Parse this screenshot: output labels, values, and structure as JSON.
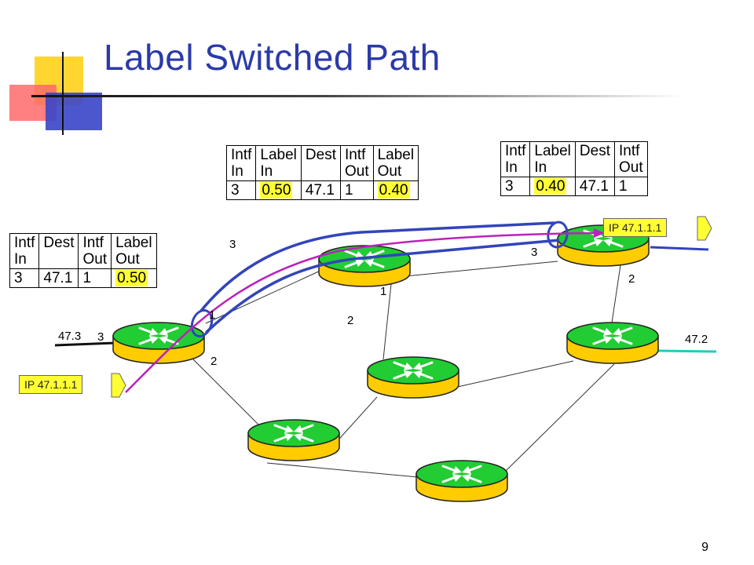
{
  "slide": {
    "title": "Label Switched Path",
    "page_number": "9"
  },
  "tables": {
    "left": {
      "headers": [
        "Intf\nIn",
        "Dest",
        "Intf\nOut",
        "Label\nOut"
      ],
      "row": [
        "3",
        "47.1",
        "1",
        "0.50"
      ],
      "highlight": [
        3
      ]
    },
    "middle": {
      "headers": [
        "Intf\nIn",
        "Label\nIn",
        "Dest",
        "Intf\nOut",
        "Label\nOut"
      ],
      "row": [
        "3",
        "0.50",
        "47.1",
        "1",
        "0.40"
      ],
      "highlight": [
        1,
        4
      ]
    },
    "right": {
      "headers": [
        "Intf\nIn",
        "Label\nIn",
        "Dest",
        "Intf\nOut"
      ],
      "row": [
        "3",
        "0.40",
        "47.1",
        "1"
      ],
      "highlight": [
        1
      ]
    }
  },
  "interface_labels": {
    "r1_in": "3",
    "r1_out": "1",
    "r1_down": "2",
    "r2_in": "3",
    "r2_out": "1",
    "r2_down": "2",
    "r3_in": "3",
    "r3_down": "2"
  },
  "networks": {
    "left": "47.3",
    "right": "47.2"
  },
  "packets": {
    "ingress": "IP 47.1.1.1",
    "egress": "IP 47.1.1.1"
  },
  "colors": {
    "title": "#2b3aa8",
    "lsp_tunnel": "#3344bb",
    "packet_path": "#bb22bb",
    "router_top": "#22cc33",
    "router_body": "#ffcc00",
    "highlight": "#ffff33",
    "network_47_2": "#22ccbb",
    "network_47_1": "#3344bb"
  }
}
